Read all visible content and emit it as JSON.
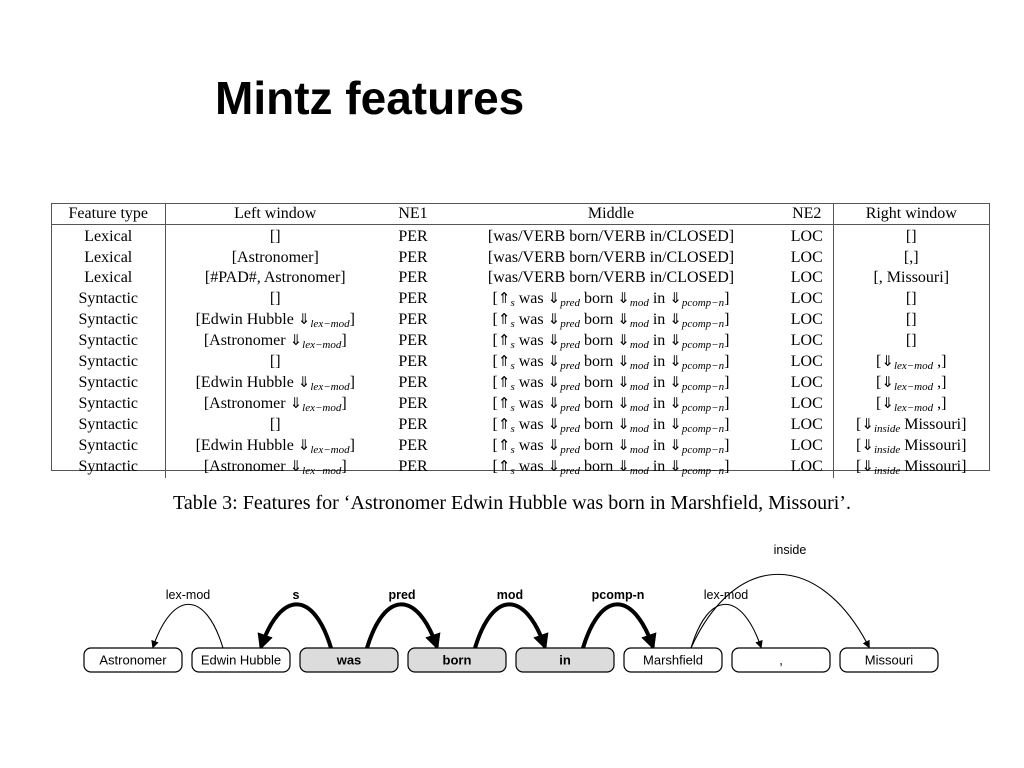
{
  "title": "Mintz features",
  "table": {
    "headers": [
      "Feature type",
      "Left window",
      "NE1",
      "Middle",
      "NE2",
      "Right window"
    ],
    "rows": [
      {
        "type": "Lexical",
        "left": [
          {
            "t": "[]"
          }
        ],
        "ne1": "PER",
        "middle": [
          {
            "t": "[was/VERB born/VERB in/CLOSED]"
          }
        ],
        "ne2": "LOC",
        "right": [
          {
            "t": "[]"
          }
        ]
      },
      {
        "type": "Lexical",
        "left": [
          {
            "t": "[Astronomer]"
          }
        ],
        "ne1": "PER",
        "middle": [
          {
            "t": "[was/VERB born/VERB in/CLOSED]"
          }
        ],
        "ne2": "LOC",
        "right": [
          {
            "t": "[,]"
          }
        ]
      },
      {
        "type": "Lexical",
        "left": [
          {
            "t": "[#PAD#, Astronomer]"
          }
        ],
        "ne1": "PER",
        "middle": [
          {
            "t": "[was/VERB born/VERB in/CLOSED]"
          }
        ],
        "ne2": "LOC",
        "right": [
          {
            "t": "[, Missouri]"
          }
        ]
      },
      {
        "type": "Syntactic",
        "left": [
          {
            "t": "[]"
          }
        ],
        "ne1": "PER",
        "middle": [
          {
            "t": "["
          },
          {
            "a": "⇑",
            "s": "s"
          },
          {
            "t": " was "
          },
          {
            "a": "⇓",
            "s": "pred"
          },
          {
            "t": " born "
          },
          {
            "a": "⇓",
            "s": "mod"
          },
          {
            "t": " in "
          },
          {
            "a": "⇓",
            "s": "pcomp−n"
          },
          {
            "t": "]"
          }
        ],
        "ne2": "LOC",
        "right": [
          {
            "t": "[]"
          }
        ]
      },
      {
        "type": "Syntactic",
        "left": [
          {
            "t": "[Edwin Hubble "
          },
          {
            "a": "⇓",
            "s": "lex−mod"
          },
          {
            "t": "]"
          }
        ],
        "ne1": "PER",
        "middle": [
          {
            "t": "["
          },
          {
            "a": "⇑",
            "s": "s"
          },
          {
            "t": " was "
          },
          {
            "a": "⇓",
            "s": "pred"
          },
          {
            "t": " born "
          },
          {
            "a": "⇓",
            "s": "mod"
          },
          {
            "t": " in "
          },
          {
            "a": "⇓",
            "s": "pcomp−n"
          },
          {
            "t": "]"
          }
        ],
        "ne2": "LOC",
        "right": [
          {
            "t": "[]"
          }
        ]
      },
      {
        "type": "Syntactic",
        "left": [
          {
            "t": "[Astronomer "
          },
          {
            "a": "⇓",
            "s": "lex−mod"
          },
          {
            "t": "]"
          }
        ],
        "ne1": "PER",
        "middle": [
          {
            "t": "["
          },
          {
            "a": "⇑",
            "s": "s"
          },
          {
            "t": " was "
          },
          {
            "a": "⇓",
            "s": "pred"
          },
          {
            "t": " born "
          },
          {
            "a": "⇓",
            "s": "mod"
          },
          {
            "t": " in "
          },
          {
            "a": "⇓",
            "s": "pcomp−n"
          },
          {
            "t": "]"
          }
        ],
        "ne2": "LOC",
        "right": [
          {
            "t": "[]"
          }
        ]
      },
      {
        "type": "Syntactic",
        "left": [
          {
            "t": "[]"
          }
        ],
        "ne1": "PER",
        "middle": [
          {
            "t": "["
          },
          {
            "a": "⇑",
            "s": "s"
          },
          {
            "t": " was "
          },
          {
            "a": "⇓",
            "s": "pred"
          },
          {
            "t": " born "
          },
          {
            "a": "⇓",
            "s": "mod"
          },
          {
            "t": " in "
          },
          {
            "a": "⇓",
            "s": "pcomp−n"
          },
          {
            "t": "]"
          }
        ],
        "ne2": "LOC",
        "right": [
          {
            "t": "["
          },
          {
            "a": "⇓",
            "s": "lex−mod"
          },
          {
            "t": " ,]"
          }
        ]
      },
      {
        "type": "Syntactic",
        "left": [
          {
            "t": "[Edwin Hubble "
          },
          {
            "a": "⇓",
            "s": "lex−mod"
          },
          {
            "t": "]"
          }
        ],
        "ne1": "PER",
        "middle": [
          {
            "t": "["
          },
          {
            "a": "⇑",
            "s": "s"
          },
          {
            "t": " was "
          },
          {
            "a": "⇓",
            "s": "pred"
          },
          {
            "t": " born "
          },
          {
            "a": "⇓",
            "s": "mod"
          },
          {
            "t": " in "
          },
          {
            "a": "⇓",
            "s": "pcomp−n"
          },
          {
            "t": "]"
          }
        ],
        "ne2": "LOC",
        "right": [
          {
            "t": "["
          },
          {
            "a": "⇓",
            "s": "lex−mod"
          },
          {
            "t": " ,]"
          }
        ]
      },
      {
        "type": "Syntactic",
        "left": [
          {
            "t": "[Astronomer "
          },
          {
            "a": "⇓",
            "s": "lex−mod"
          },
          {
            "t": "]"
          }
        ],
        "ne1": "PER",
        "middle": [
          {
            "t": "["
          },
          {
            "a": "⇑",
            "s": "s"
          },
          {
            "t": " was "
          },
          {
            "a": "⇓",
            "s": "pred"
          },
          {
            "t": " born "
          },
          {
            "a": "⇓",
            "s": "mod"
          },
          {
            "t": " in "
          },
          {
            "a": "⇓",
            "s": "pcomp−n"
          },
          {
            "t": "]"
          }
        ],
        "ne2": "LOC",
        "right": [
          {
            "t": "["
          },
          {
            "a": "⇓",
            "s": "lex−mod"
          },
          {
            "t": " ,]"
          }
        ]
      },
      {
        "type": "Syntactic",
        "left": [
          {
            "t": "[]"
          }
        ],
        "ne1": "PER",
        "middle": [
          {
            "t": "["
          },
          {
            "a": "⇑",
            "s": "s"
          },
          {
            "t": " was "
          },
          {
            "a": "⇓",
            "s": "pred"
          },
          {
            "t": " born "
          },
          {
            "a": "⇓",
            "s": "mod"
          },
          {
            "t": " in "
          },
          {
            "a": "⇓",
            "s": "pcomp−n"
          },
          {
            "t": "]"
          }
        ],
        "ne2": "LOC",
        "right": [
          {
            "t": "["
          },
          {
            "a": "⇓",
            "s": "inside"
          },
          {
            "t": " Missouri]"
          }
        ]
      },
      {
        "type": "Syntactic",
        "left": [
          {
            "t": "[Edwin Hubble "
          },
          {
            "a": "⇓",
            "s": "lex−mod"
          },
          {
            "t": "]"
          }
        ],
        "ne1": "PER",
        "middle": [
          {
            "t": "["
          },
          {
            "a": "⇑",
            "s": "s"
          },
          {
            "t": " was "
          },
          {
            "a": "⇓",
            "s": "pred"
          },
          {
            "t": " born "
          },
          {
            "a": "⇓",
            "s": "mod"
          },
          {
            "t": " in "
          },
          {
            "a": "⇓",
            "s": "pcomp−n"
          },
          {
            "t": "]"
          }
        ],
        "ne2": "LOC",
        "right": [
          {
            "t": "["
          },
          {
            "a": "⇓",
            "s": "inside"
          },
          {
            "t": " Missouri]"
          }
        ]
      },
      {
        "type": "Syntactic",
        "left": [
          {
            "t": "[Astronomer "
          },
          {
            "a": "⇓",
            "s": "lex−mod"
          },
          {
            "t": "]"
          }
        ],
        "ne1": "PER",
        "middle": [
          {
            "t": "["
          },
          {
            "a": "⇑",
            "s": "s"
          },
          {
            "t": " was "
          },
          {
            "a": "⇓",
            "s": "pred"
          },
          {
            "t": " born "
          },
          {
            "a": "⇓",
            "s": "mod"
          },
          {
            "t": " in "
          },
          {
            "a": "⇓",
            "s": "pcomp−n"
          },
          {
            "t": "]"
          }
        ],
        "ne2": "LOC",
        "right": [
          {
            "t": "["
          },
          {
            "a": "⇓",
            "s": "inside"
          },
          {
            "t": " Missouri]"
          }
        ]
      }
    ]
  },
  "caption": "Table 3: Features for ‘Astronomer Edwin Hubble was born in Marshfield, Missouri’.",
  "diagram": {
    "tokens": [
      {
        "text": "Astronomer",
        "highlight": false
      },
      {
        "text": "Edwin Hubble",
        "highlight": false
      },
      {
        "text": "was",
        "highlight": true
      },
      {
        "text": "born",
        "highlight": true
      },
      {
        "text": "in",
        "highlight": true
      },
      {
        "text": "Marshfield",
        "highlight": false
      },
      {
        "text": ",",
        "highlight": false
      },
      {
        "text": "Missouri",
        "highlight": false
      }
    ],
    "arcs": [
      {
        "label": "lex-mod",
        "from": 1,
        "to": 0,
        "bold": false
      },
      {
        "label": "s",
        "from": 2,
        "to": 1,
        "bold": true
      },
      {
        "label": "pred",
        "from": 2,
        "to": 3,
        "bold": true
      },
      {
        "label": "mod",
        "from": 3,
        "to": 4,
        "bold": true
      },
      {
        "label": "pcomp-n",
        "from": 4,
        "to": 5,
        "bold": true
      },
      {
        "label": "lex-mod",
        "from": 5,
        "to": 6,
        "bold": false
      },
      {
        "label": "inside",
        "from": 5,
        "to": 7,
        "bold": false
      }
    ],
    "colors": {
      "highlight_fill": "#dcdcdc",
      "token_fill": "#ffffff",
      "stroke": "#000000"
    }
  }
}
